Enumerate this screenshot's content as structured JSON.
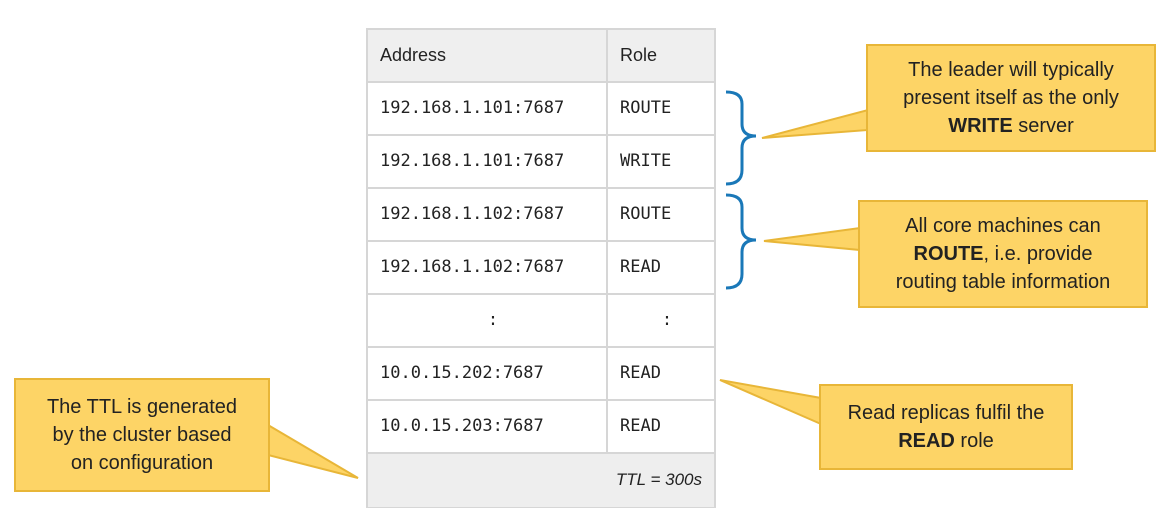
{
  "table": {
    "header": {
      "address": "Address",
      "role": "Role"
    },
    "rows": [
      {
        "address": "192.168.1.101:7687",
        "role": "ROUTE"
      },
      {
        "address": "192.168.1.101:7687",
        "role": "WRITE"
      },
      {
        "address": "192.168.1.102:7687",
        "role": "ROUTE"
      },
      {
        "address": "192.168.1.102:7687",
        "role": "READ"
      },
      {
        "address": ":",
        "role": ":"
      },
      {
        "address": "10.0.15.202:7687",
        "role": "READ"
      },
      {
        "address": "10.0.15.203:7687",
        "role": "READ"
      }
    ],
    "ttl": "TTL = 300s"
  },
  "callouts": {
    "leader": {
      "line1": "The leader will typically",
      "line2": "present itself as the only",
      "bold": "WRITE",
      "line3_rest": " server"
    },
    "core": {
      "line1": "All core machines can",
      "bold": "ROUTE",
      "line2_rest": ", i.e. provide",
      "line3": "routing table information"
    },
    "replicas": {
      "line1": "Read replicas fulfil the",
      "bold": "READ",
      "line2_rest": " role"
    },
    "ttl": {
      "line1": "The TTL is generated",
      "line2": "by the cluster based",
      "line3": "on configuration"
    }
  },
  "colors": {
    "callout_fill": "#fdd466",
    "callout_border": "#e8b638",
    "brace": "#1a78b8",
    "grid": "#d6d6d6"
  }
}
